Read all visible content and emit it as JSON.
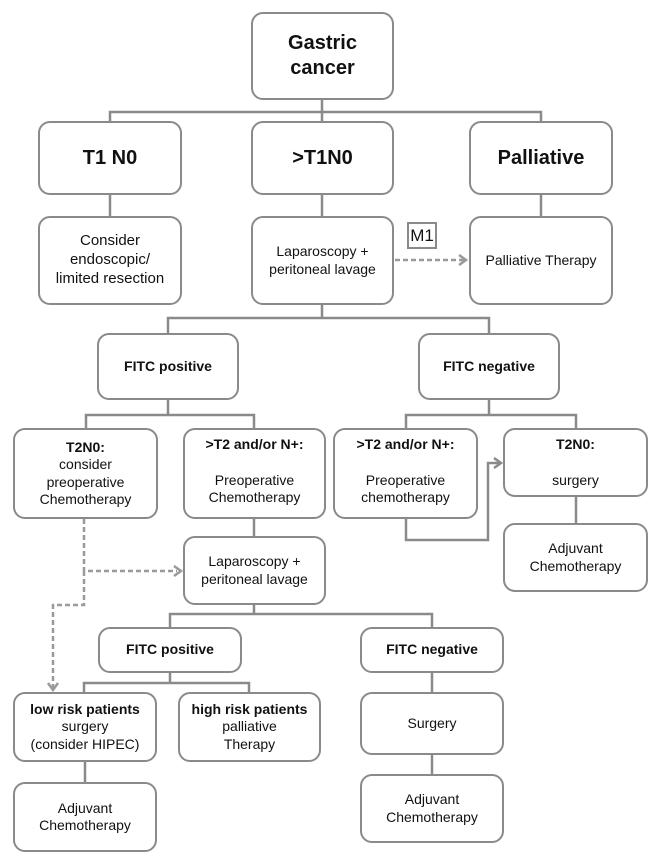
{
  "diagram": {
    "title": "Gastric cancer treatment algorithm",
    "colors": {
      "border": "#8a8a8a",
      "connector": "#8a8a8a",
      "dashed": "#999999",
      "text": "#111111",
      "background": "#ffffff"
    },
    "nodes": {
      "root": {
        "lines": [
          "Gastric",
          "cancer"
        ]
      },
      "t1n0": {
        "lines": [
          "T1 N0"
        ]
      },
      "gt_t1n0": {
        "lines": [
          ">T1N0"
        ]
      },
      "palliative": {
        "lines": [
          "Palliative"
        ]
      },
      "consider_endoscopic": {
        "lines": [
          "Consider",
          "endoscopic/",
          "limited resection"
        ]
      },
      "laparoscopy_1": {
        "lines": [
          "Laparoscopy +",
          "peritoneal lavage"
        ]
      },
      "palliative_therapy": {
        "lines": [
          "Palliative Therapy"
        ]
      },
      "m1_label": {
        "text": "M1"
      },
      "fitc_pos_1": {
        "lines": [
          "FITC positive"
        ]
      },
      "fitc_neg_1": {
        "lines": [
          "FITC negative"
        ]
      },
      "t2n0_left": {
        "heading": "T2N0:",
        "lines": [
          "consider",
          "preoperative",
          "Chemotherapy"
        ]
      },
      "gt_t2_left": {
        "heading": ">T2 and/or N+:",
        "lines": [
          "Preoperative",
          "Chemotherapy"
        ]
      },
      "gt_t2_right": {
        "heading": ">T2 and/or N+:",
        "lines": [
          "Preoperative",
          "chemotherapy"
        ]
      },
      "t2n0_right": {
        "heading": "T2N0:",
        "lines": [
          "surgery"
        ]
      },
      "adjuvant_right_top": {
        "lines": [
          "Adjuvant",
          "Chemotherapy"
        ]
      },
      "laparoscopy_2": {
        "lines": [
          "Laparoscopy +",
          "peritoneal lavage"
        ]
      },
      "fitc_pos_2": {
        "lines": [
          "FITC positive"
        ]
      },
      "fitc_neg_2": {
        "lines": [
          "FITC negative"
        ]
      },
      "low_risk": {
        "heading": "low risk patients",
        "lines": [
          "surgery",
          "(consider HIPEC)"
        ]
      },
      "high_risk": {
        "heading": "high risk patients",
        "lines": [
          "palliative",
          "Therapy"
        ]
      },
      "surgery": {
        "lines": [
          "Surgery"
        ]
      },
      "adjuvant_left": {
        "lines": [
          "Adjuvant",
          "Chemotherapy"
        ]
      },
      "adjuvant_bottom_right": {
        "lines": [
          "Adjuvant",
          "Chemotherapy"
        ]
      }
    },
    "edges": [
      {
        "from": "root",
        "to": "t1n0",
        "style": "solid"
      },
      {
        "from": "root",
        "to": "gt_t1n0",
        "style": "solid"
      },
      {
        "from": "root",
        "to": "palliative",
        "style": "solid"
      },
      {
        "from": "t1n0",
        "to": "consider_endoscopic",
        "style": "solid"
      },
      {
        "from": "gt_t1n0",
        "to": "laparoscopy_1",
        "style": "solid"
      },
      {
        "from": "palliative",
        "to": "palliative_therapy",
        "style": "solid"
      },
      {
        "from": "laparoscopy_1",
        "to": "palliative_therapy",
        "style": "dashed-arrow",
        "label": "M1"
      },
      {
        "from": "laparoscopy_1",
        "to": "fitc_pos_1",
        "style": "solid"
      },
      {
        "from": "laparoscopy_1",
        "to": "fitc_neg_1",
        "style": "solid"
      },
      {
        "from": "fitc_pos_1",
        "to": "t2n0_left",
        "style": "solid"
      },
      {
        "from": "fitc_pos_1",
        "to": "gt_t2_left",
        "style": "solid"
      },
      {
        "from": "fitc_neg_1",
        "to": "gt_t2_right",
        "style": "solid"
      },
      {
        "from": "fitc_neg_1",
        "to": "t2n0_right",
        "style": "solid"
      },
      {
        "from": "gt_t2_right",
        "to": "t2n0_right",
        "style": "solid-arrow"
      },
      {
        "from": "t2n0_right",
        "to": "adjuvant_right_top",
        "style": "solid"
      },
      {
        "from": "gt_t2_left",
        "to": "laparoscopy_2",
        "style": "solid"
      },
      {
        "from": "t2n0_left",
        "to": "laparoscopy_2",
        "style": "dashed-arrow"
      },
      {
        "from": "t2n0_left",
        "to": "low_risk",
        "style": "dashed-arrow"
      },
      {
        "from": "laparoscopy_2",
        "to": "fitc_pos_2",
        "style": "solid"
      },
      {
        "from": "laparoscopy_2",
        "to": "fitc_neg_2",
        "style": "solid"
      },
      {
        "from": "fitc_pos_2",
        "to": "low_risk",
        "style": "solid"
      },
      {
        "from": "fitc_pos_2",
        "to": "high_risk",
        "style": "solid"
      },
      {
        "from": "fitc_neg_2",
        "to": "surgery",
        "style": "solid"
      },
      {
        "from": "low_risk",
        "to": "adjuvant_left",
        "style": "solid"
      },
      {
        "from": "surgery",
        "to": "adjuvant_bottom_right",
        "style": "solid"
      }
    ]
  }
}
